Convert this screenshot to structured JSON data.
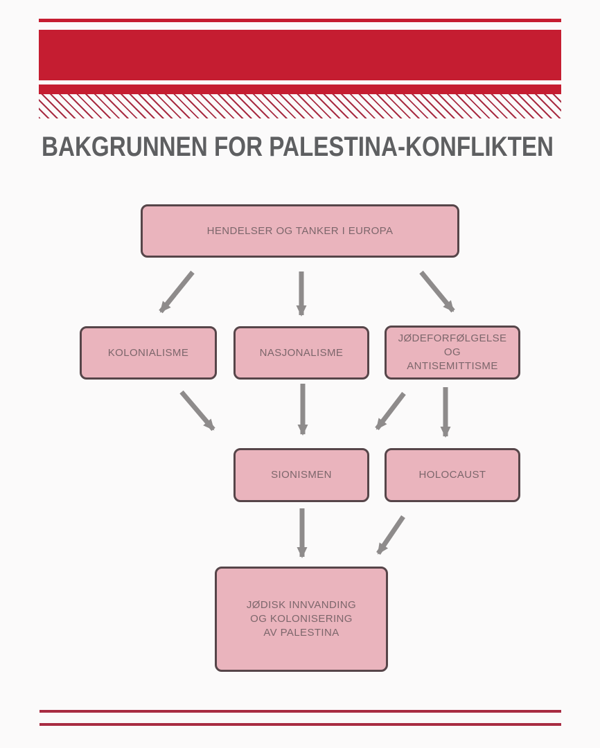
{
  "title": "BAKGRUNNEN FOR PALESTINA-KONFLIKTEN",
  "colors": {
    "page_bg": "#fbfafa",
    "header_red": "#c51d31",
    "accent_maroon": "#a82c42",
    "title_text": "#5e5f61",
    "node_fill": "#eab4bd",
    "node_border": "#564549",
    "node_text": "#7c666b",
    "arrow": "#8e8b8b"
  },
  "diagram": {
    "nodes": [
      {
        "id": "europa",
        "label": "HENDELSER OG TANKER I EUROPA"
      },
      {
        "id": "kolonialisme",
        "label": "KOLONIALISME"
      },
      {
        "id": "nasjonalisme",
        "label": "NASJONALISME"
      },
      {
        "id": "jodeforfolgelse",
        "label": "JØDEFORFØLGELSE\nOG\nANTISEMITTISME"
      },
      {
        "id": "sionismen",
        "label": "SIONISMEN"
      },
      {
        "id": "holocaust",
        "label": "HOLOCAUST"
      },
      {
        "id": "innvandring",
        "label": "JØDISK INNVANDING\nOG KOLONISERING\nAV PALESTINA"
      }
    ],
    "edges": [
      {
        "from": "europa",
        "to": "kolonialisme"
      },
      {
        "from": "europa",
        "to": "nasjonalisme"
      },
      {
        "from": "europa",
        "to": "jodeforfolgelse"
      },
      {
        "from": "kolonialisme",
        "to": "sionismen"
      },
      {
        "from": "nasjonalisme",
        "to": "sionismen"
      },
      {
        "from": "jodeforfolgelse",
        "to": "sionismen"
      },
      {
        "from": "jodeforfolgelse",
        "to": "holocaust"
      },
      {
        "from": "sionismen",
        "to": "innvandring"
      },
      {
        "from": "holocaust",
        "to": "innvandring"
      }
    ]
  }
}
